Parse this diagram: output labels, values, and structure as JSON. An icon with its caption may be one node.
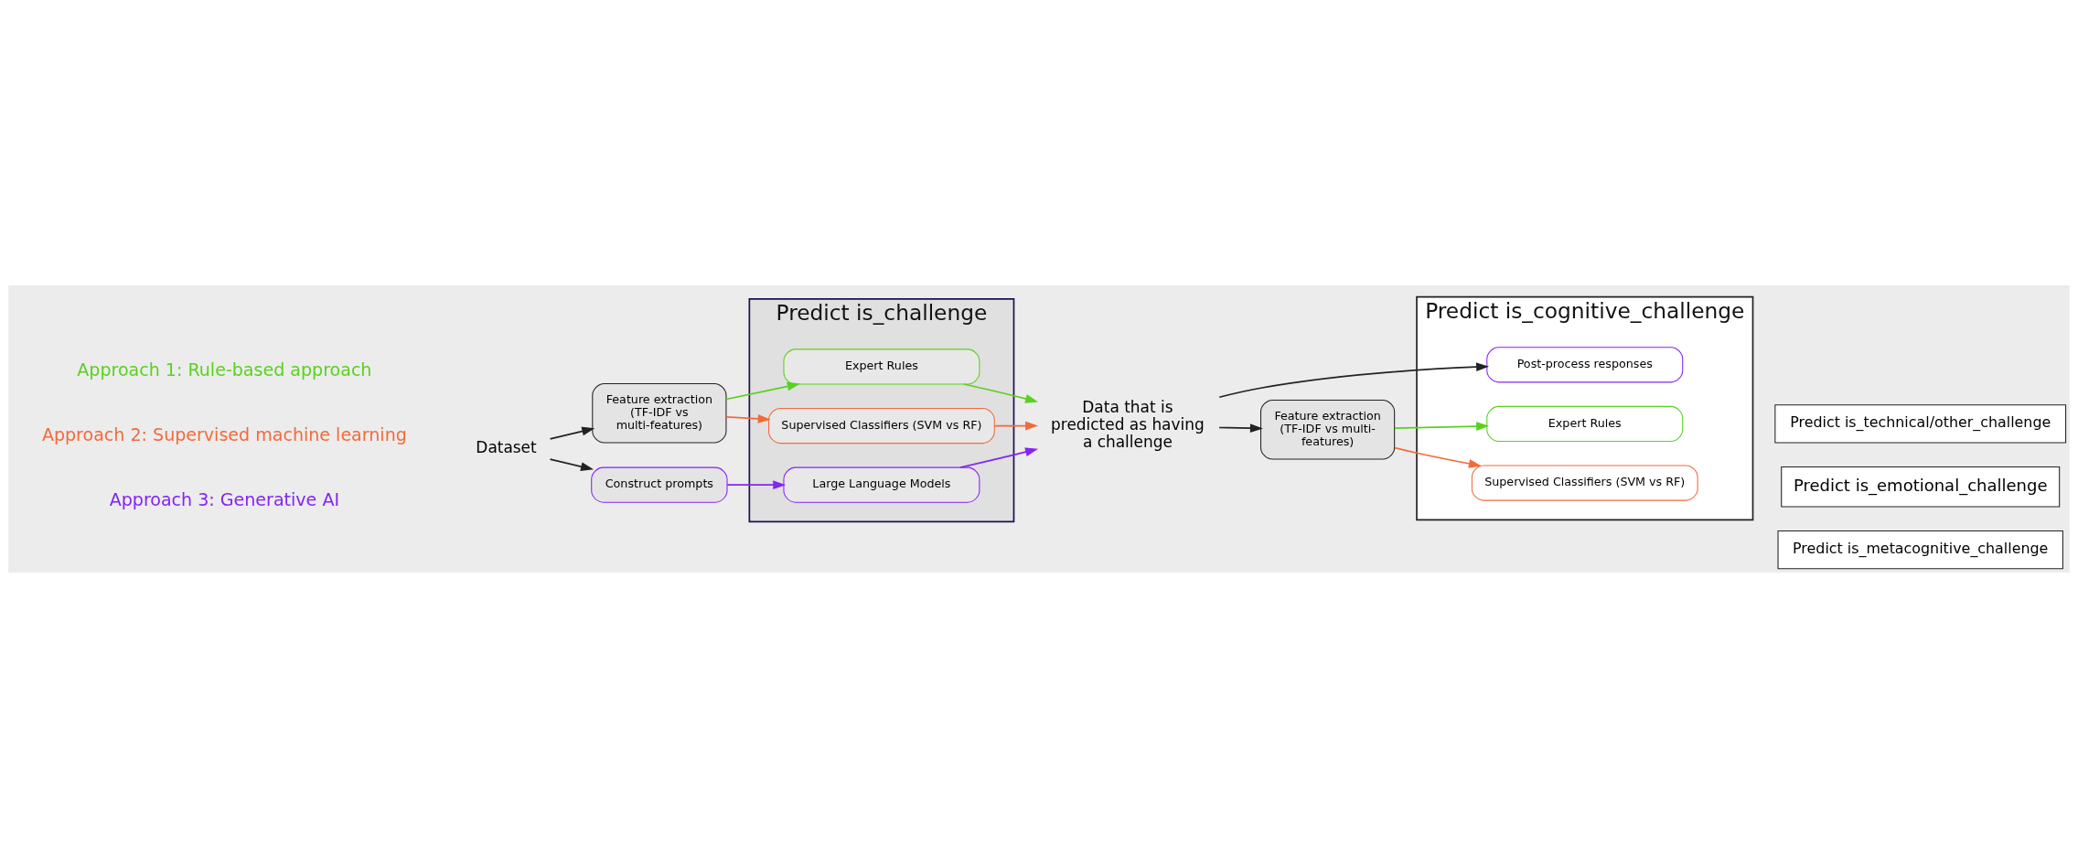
{
  "diagram": {
    "nodes": [
      {
        "text": [
          "Dataset"
        ]
      },
      {
        "text": [
          "Feature extraction (TF-IDF vs multi-features)"
        ]
      },
      {
        "text": [
          "Construct prompts"
        ]
      },
      {
        "text": [
          "Predict is_challenge"
        ]
      },
      {
        "text": [
          "Expert Rules"
        ],
        "in": 3
      },
      {
        "text": [
          "Supervised Classifiers (SVM vs RF)"
        ],
        "in": 3
      },
      {
        "text": [
          "Large Language Models"
        ],
        "in": 3
      },
      {
        "text": [
          "Data that is predicted as having a challenge"
        ]
      },
      {
        "text": [
          "Predict is_technical/other_challenge"
        ]
      },
      {
        "text": [
          "Predict is_emotional_challenge"
        ]
      },
      {
        "text": [
          "Predict is_metacognitive_challenge"
        ]
      },
      {
        "text": [
          "Predict is_cognitive_challenge"
        ]
      },
      {
        "text": [
          "Feature extraction (TF-IDF vs multi- features)"
        ]
      },
      {
        "text": [
          "Expert Rules"
        ],
        "in": 11
      },
      {
        "text": [
          "Supervised Classifiers (SVM vs RF)"
        ],
        "in": 11
      },
      {
        "text": [
          "Post-process responses"
        ],
        "in": 11
      }
    ],
    "edges": [
      {
        "from": 0,
        "to": 1,
        "arrow": "to"
      },
      {
        "from": 0,
        "to": 2,
        "arrow": "to"
      },
      {
        "from": 1,
        "to": 4,
        "arrow": "to",
        "color": "#5ad11e"
      },
      {
        "from": 1,
        "to": 5,
        "arrow": "to",
        "color": "#f26a3c"
      },
      {
        "from": 2,
        "to": 6,
        "arrow": "to",
        "color": "#8424f5"
      },
      {
        "from": 4,
        "to": 7,
        "arrow": "to",
        "color": "#5ad11e"
      },
      {
        "from": 5,
        "to": 7,
        "arrow": "to",
        "color": "#f26a3c"
      },
      {
        "from": 6,
        "to": 7,
        "arrow": "to",
        "color": "#8424f5"
      },
      {
        "from": 7,
        "to": 12,
        "arrow": "to"
      },
      {
        "from": 7,
        "to": 15,
        "arrow": "to"
      },
      {
        "from": 12,
        "to": 13,
        "arrow": "to",
        "color": "#5ad11e"
      },
      {
        "from": 12,
        "to": 14,
        "arrow": "to",
        "color": "#f26a3c"
      }
    ],
    "legend": [
      {
        "text": "Approach 1: Rule-based approach",
        "color": "#5ad11e"
      },
      {
        "text": "Approach 2: Supervised machine learning",
        "color": "#f26a3c"
      },
      {
        "text": "Approach 3: Generative AI",
        "color": "#8424f5"
      }
    ]
  }
}
